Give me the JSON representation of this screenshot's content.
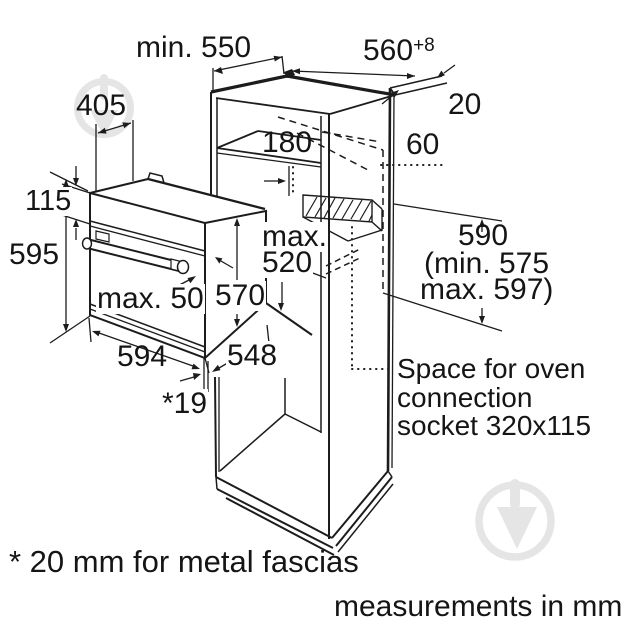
{
  "colors": {
    "line": "#1c1c1c",
    "watermark": "#e5e5e5",
    "background": "#ffffff"
  },
  "diagram": {
    "dims": {
      "top_depth": "min. 550",
      "niche_width": "560",
      "niche_width_tol": "+8",
      "fascia_gap": "20",
      "oven_top_depth": "405",
      "upper_compartment": "180",
      "rear_clearance": "60",
      "control_panel_height": "115",
      "oven_height": "595",
      "front_recess": "max. 50",
      "casing_height": "570",
      "casing_depth_prefix": "max.",
      "casing_depth": "520",
      "niche_height": "590",
      "niche_height_min": "(min. 575",
      "niche_height_max": "max. 597)",
      "oven_width": "594",
      "casing_width": "548",
      "fascia_thickness": "*19"
    },
    "notes": {
      "socket_line1": "Space for oven",
      "socket_line2": "connection",
      "socket_line3": "socket 320x115",
      "footnote": "* 20 mm for metal fascias",
      "units": "measurements in mm"
    }
  }
}
